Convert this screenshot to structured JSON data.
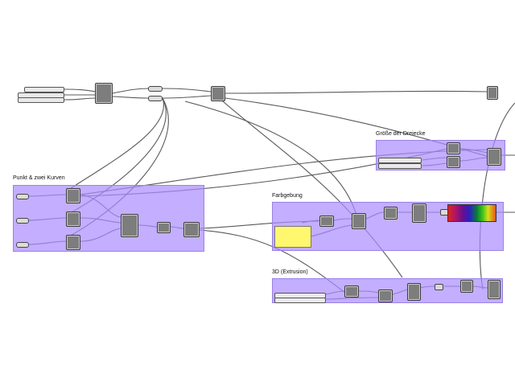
{
  "groups": {
    "triangle_size": {
      "title": "Größe der Dreiecke"
    },
    "point_two_curves": {
      "title": "Punkt & zwei Kurven"
    },
    "coloring": {
      "title": "Farbgebung"
    },
    "extrusion": {
      "title": "3D (Extrusion)"
    }
  },
  "colors": {
    "group_fill": "#aa8cff",
    "component_fill": "#7d7d7d",
    "panel_fill": "#fff86e",
    "wire": "#555555"
  },
  "icons": {
    "component": "grasshopper-component-icon",
    "slider": "number-slider-icon",
    "panel": "text-panel-icon",
    "gradient": "gradient-icon",
    "param": "parameter-icon"
  }
}
